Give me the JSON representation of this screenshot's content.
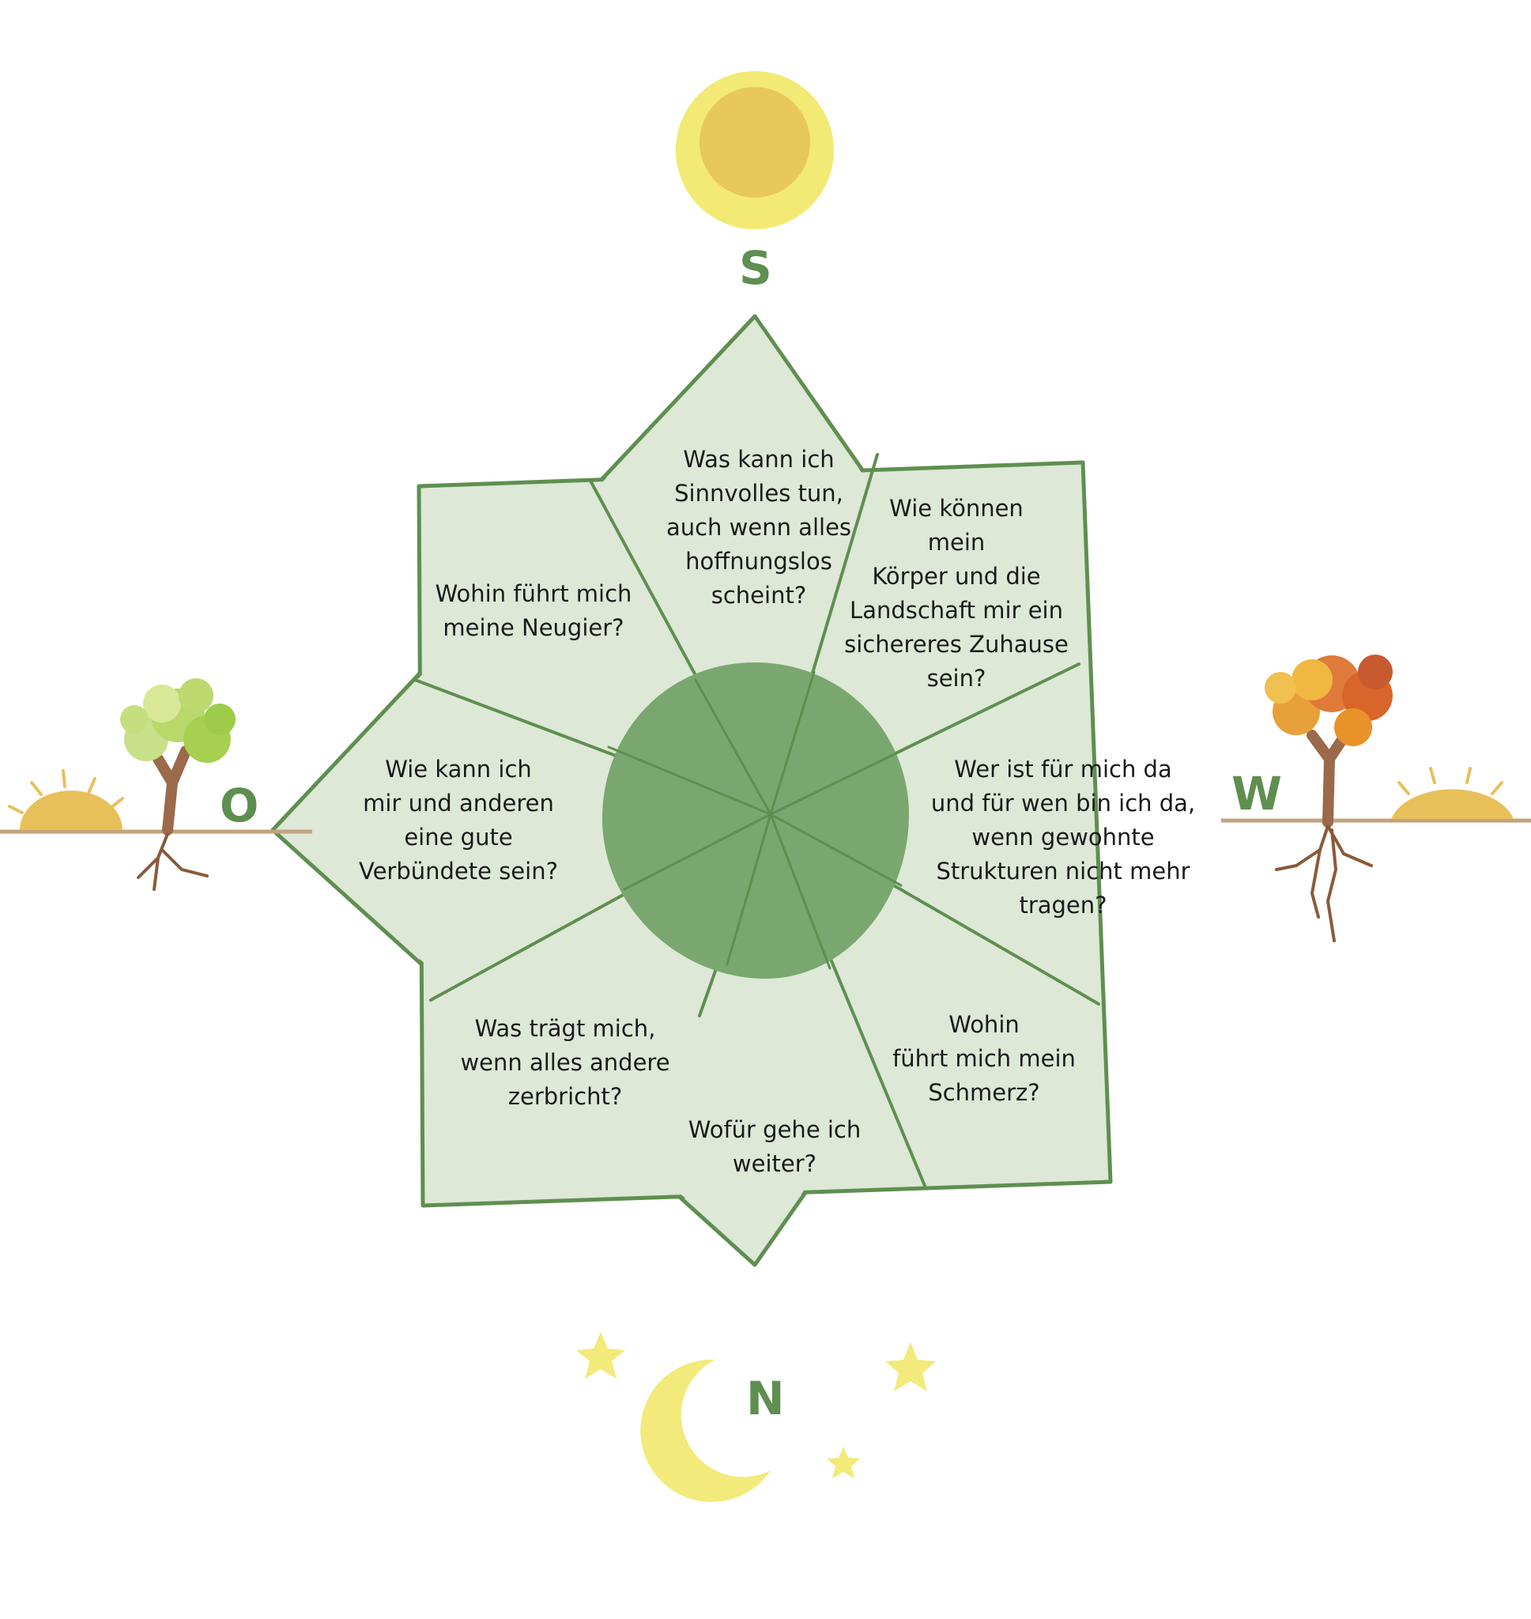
{
  "directions": {
    "south": "S",
    "north": "N",
    "east": "O",
    "west": "W"
  },
  "questions": {
    "top": "Was kann ich\nSinnvolles tun,\nauch wenn alles\nhoffnungslos\nscheint?",
    "top_right": "Wie können\nmein\nKörper und die\nLandschaft mir ein\nsichereres Zuhause\nsein?",
    "right": "Wer ist für mich da\nund für wen bin ich da,\nwenn gewohnte\nStrukturen nicht mehr\ntragen?",
    "bottom_right": "Wohin\nführt mich mein\nSchmerz?",
    "bottom": "Wofür gehe ich\nweiter?",
    "bottom_left": "Was trägt mich,\nwenn alles andere\nzerbricht?",
    "left": "Wie kann ich\nmir und anderen\neine gute\nVerbündete sein?",
    "top_left": "Wohin führt mich\nmeine Neugier?"
  },
  "colors": {
    "petal_fill": "#dde8d6",
    "petal_stroke": "#5e8f50",
    "center_fill": "#7aa76f",
    "sun": "#f2ea74",
    "sun_core": "#e8c85a",
    "moon": "#f2ea7a",
    "ground": "#c4a27e",
    "spring_tree": "#b8d86a",
    "autumn_tree": "#e08f3a"
  },
  "icons": [
    "sun-icon",
    "moon-icon",
    "star-icon",
    "spring-tree-icon",
    "autumn-tree-icon",
    "rising-sun-icon",
    "setting-sun-icon"
  ]
}
